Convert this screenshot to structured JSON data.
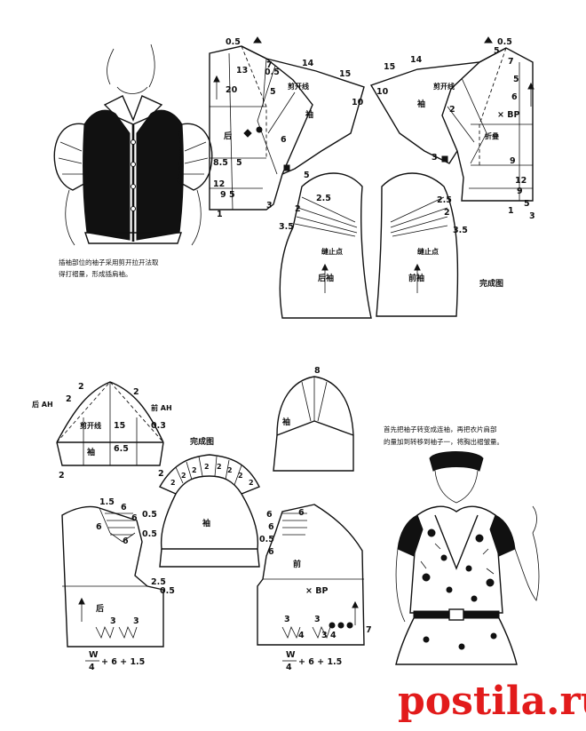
{
  "top_left": {
    "caption_line1": "插袖部位的袖子采用剪开拉开法取",
    "caption_line2": "得打褶量，形成插肩袖。"
  },
  "top_back_bodice": {
    "label_back": "后",
    "label_sleeve": "袖",
    "label_cutline": "剪开线",
    "nums": [
      "0.5",
      "13",
      "14",
      "15",
      "10",
      "20",
      "0.5",
      "7",
      "5",
      "6",
      "8.5",
      "5",
      "12",
      "9",
      "5",
      "1",
      "3",
      "5"
    ]
  },
  "top_front_bodice": {
    "label_sleeve": "袖",
    "label_cutline": "剪开线",
    "label_fold": "折叠",
    "label_bp": "× BP",
    "nums": [
      "15",
      "14",
      "5",
      "7",
      "10",
      "5",
      "6",
      "9",
      "12",
      "9",
      "5",
      "3",
      "0.5",
      "2",
      "3",
      "1"
    ]
  },
  "top_sleeves": {
    "back_label": "后袖",
    "front_label": "前袖",
    "stop_point": "缝止点",
    "finished": "完成图",
    "nums": [
      "2.5",
      "2",
      "3.5",
      "2.5",
      "2",
      "3.5"
    ]
  },
  "bottom_sleeve_draft": {
    "back_ah": "后 AH",
    "front_ah": "前 AH",
    "cutline": "剪开线",
    "sleeve": "袖",
    "nums": [
      "2",
      "2",
      "2",
      "15",
      "0.3",
      "6.5",
      "2",
      "2"
    ]
  },
  "bottom_finished_sleeve": {
    "finished": "完成图",
    "sleeve": "袖",
    "nums": [
      "2",
      "2",
      "2",
      "2",
      "2",
      "2",
      "2",
      "2"
    ]
  },
  "bottom_sleeve_shape": {
    "sleeve": "袖",
    "num_top": "8"
  },
  "bottom_back_bodice": {
    "label_back": "后",
    "nums": [
      "1.5",
      "6",
      "6",
      "0.5",
      "6",
      "6",
      "0.5",
      "2.5",
      "0.5",
      "3",
      "3"
    ],
    "formula_num": "W",
    "formula_den": "4",
    "formula_rest": "+ 6 + 1.5"
  },
  "bottom_front_bodice": {
    "label_front": "前",
    "label_bp": "× BP",
    "nums": [
      "6",
      "6",
      "0.5",
      "6",
      "6",
      "7",
      "3",
      "3",
      "4",
      "3",
      "4"
    ],
    "formula_num": "W",
    "formula_den": "4",
    "formula_rest": "+ 6 + 1.5"
  },
  "bottom_right": {
    "caption_line1": "首先把袖子转变成连袖，再把衣片肩部",
    "caption_line2": "的量加到转移到袖子一，将胸出褶皱量。"
  },
  "watermark": "postila.ru",
  "colors": {
    "watermark": "#e21b1b",
    "ink": "#111111"
  }
}
